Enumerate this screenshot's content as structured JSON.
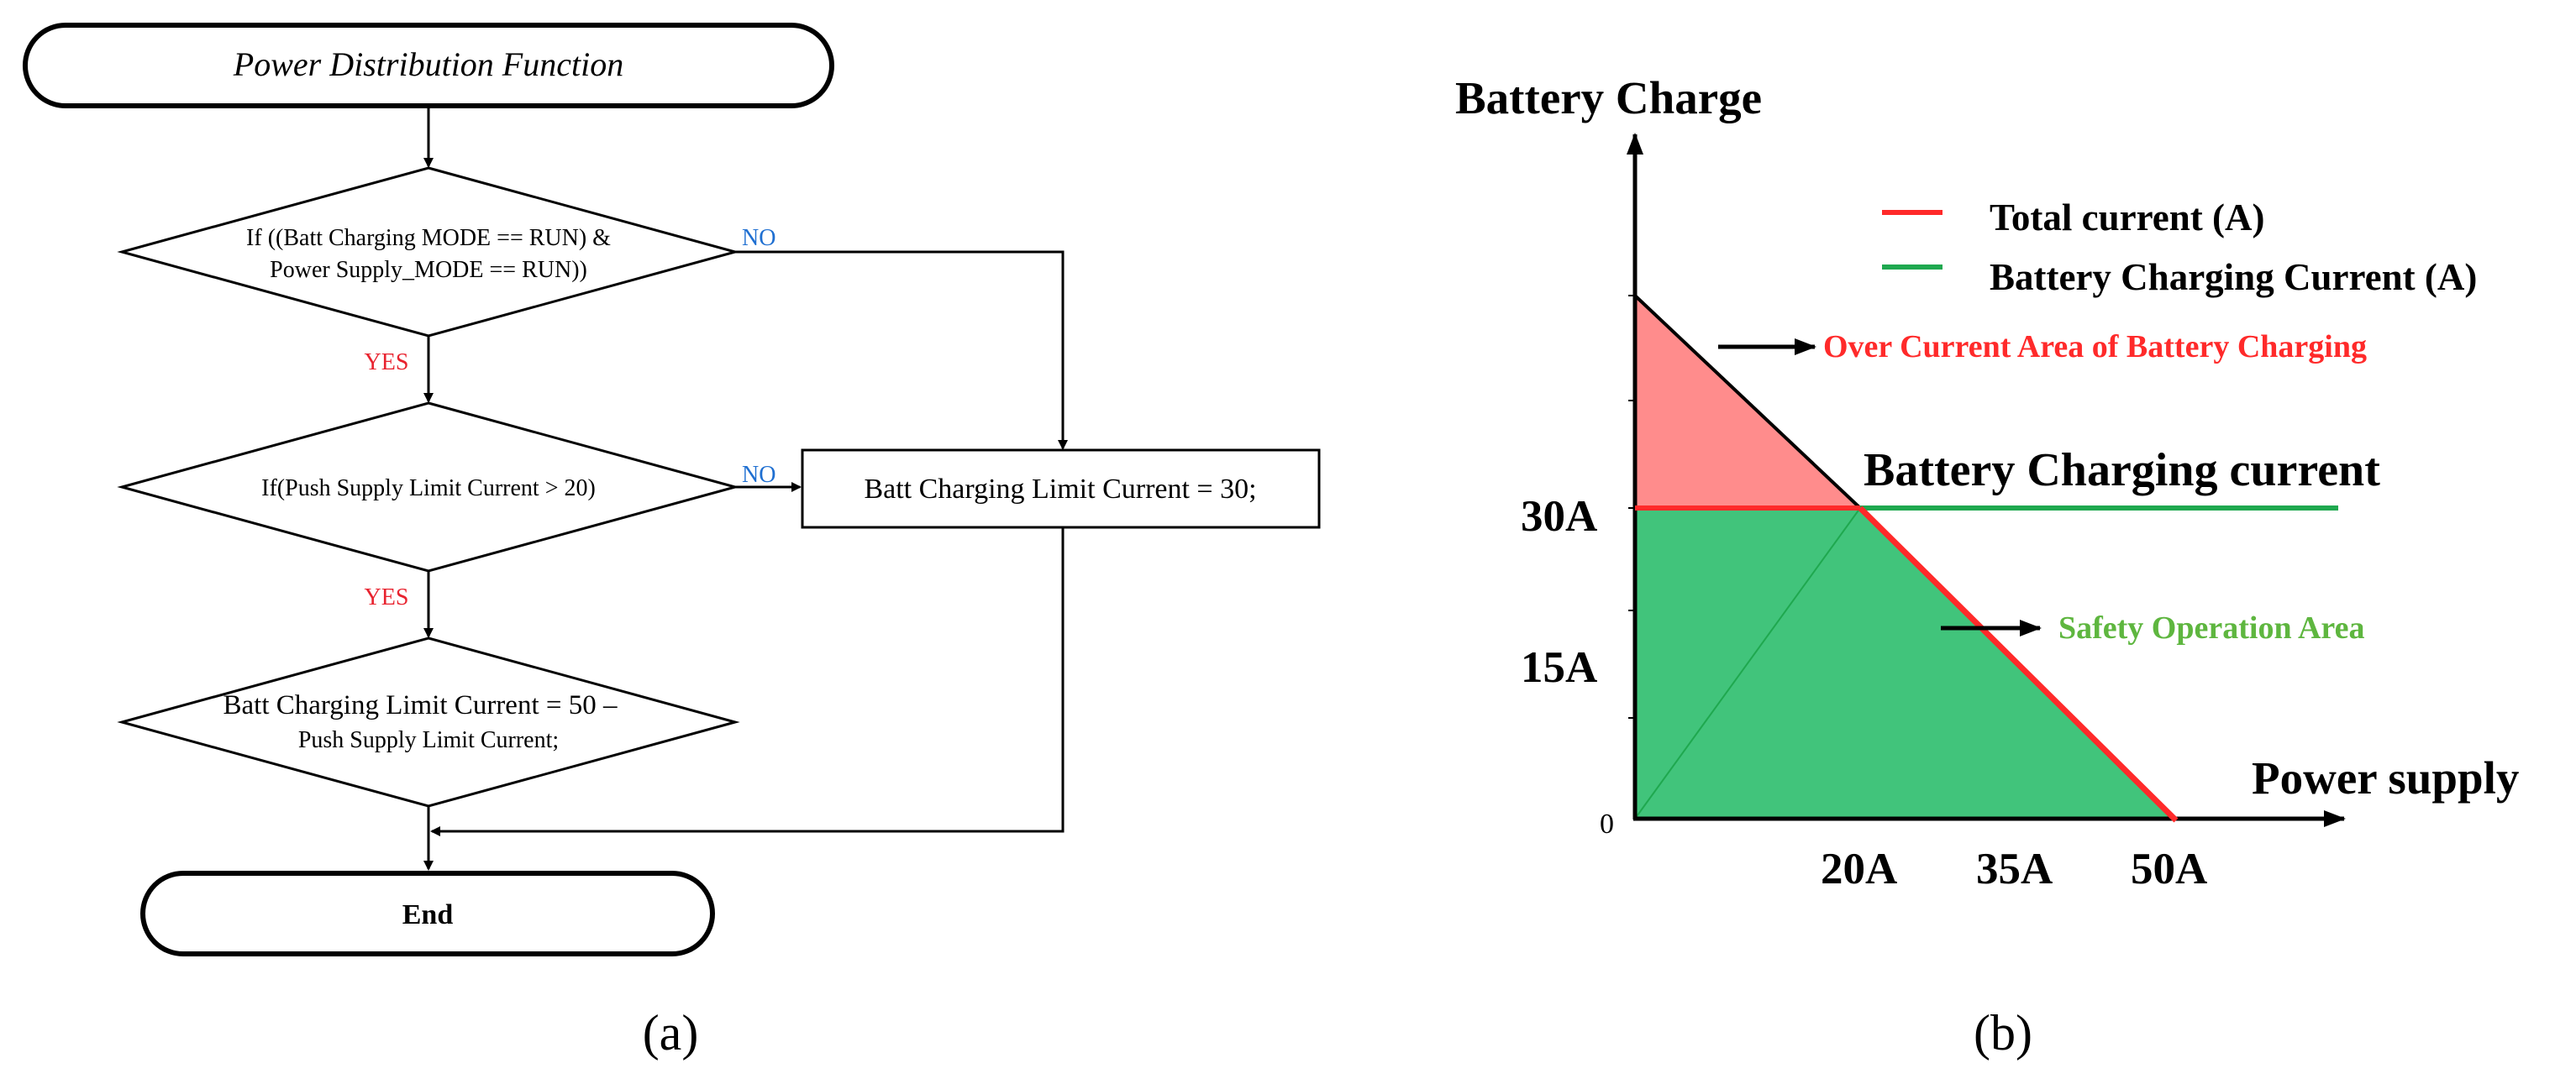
{
  "colors": {
    "red": "#ff2a2a",
    "green": "#1fa84f",
    "green_fill": "#41c47b",
    "red_fill": "#ff8c8c",
    "blue": "#1f6fd1",
    "yes_red": "#e8232f",
    "safety_green": "#5eb63f"
  },
  "flowchart": {
    "start_label": "Power Distribution Function",
    "decision1_line1": "If ((Batt Charging MODE == RUN) &",
    "decision1_line2": "Power Supply_MODE == RUN))",
    "decision2_label": "If(Push Supply Limit Current > 20)",
    "decision3_line1": "Batt Charging Limit Current = 50 –",
    "decision3_line2": "Push Supply Limit Current;",
    "process_label": "Batt Charging Limit Current = 30;",
    "end_label": "End",
    "yes_label": "YES",
    "no_label": "NO",
    "panel_label": "(a)"
  },
  "chart_data": {
    "type": "area",
    "ylabel": "Battery Charge",
    "xlabel": "Power supply",
    "x_ticks": [
      "20A",
      "35A",
      "50A"
    ],
    "y_ticks": [
      "0",
      "15A",
      "30A"
    ],
    "origin_label": "0",
    "series": [
      {
        "name": "Total current (A)",
        "color": "#ff2a2a"
      },
      {
        "name": "Battery Charging Current (A)",
        "color": "#1fa84f"
      }
    ],
    "annotations": {
      "over_current": "Over Current Area of Battery Charging",
      "charging_current": "Battery Charging current",
      "safety_area": "Safety Operation Area"
    },
    "panel_label": "(b)"
  }
}
